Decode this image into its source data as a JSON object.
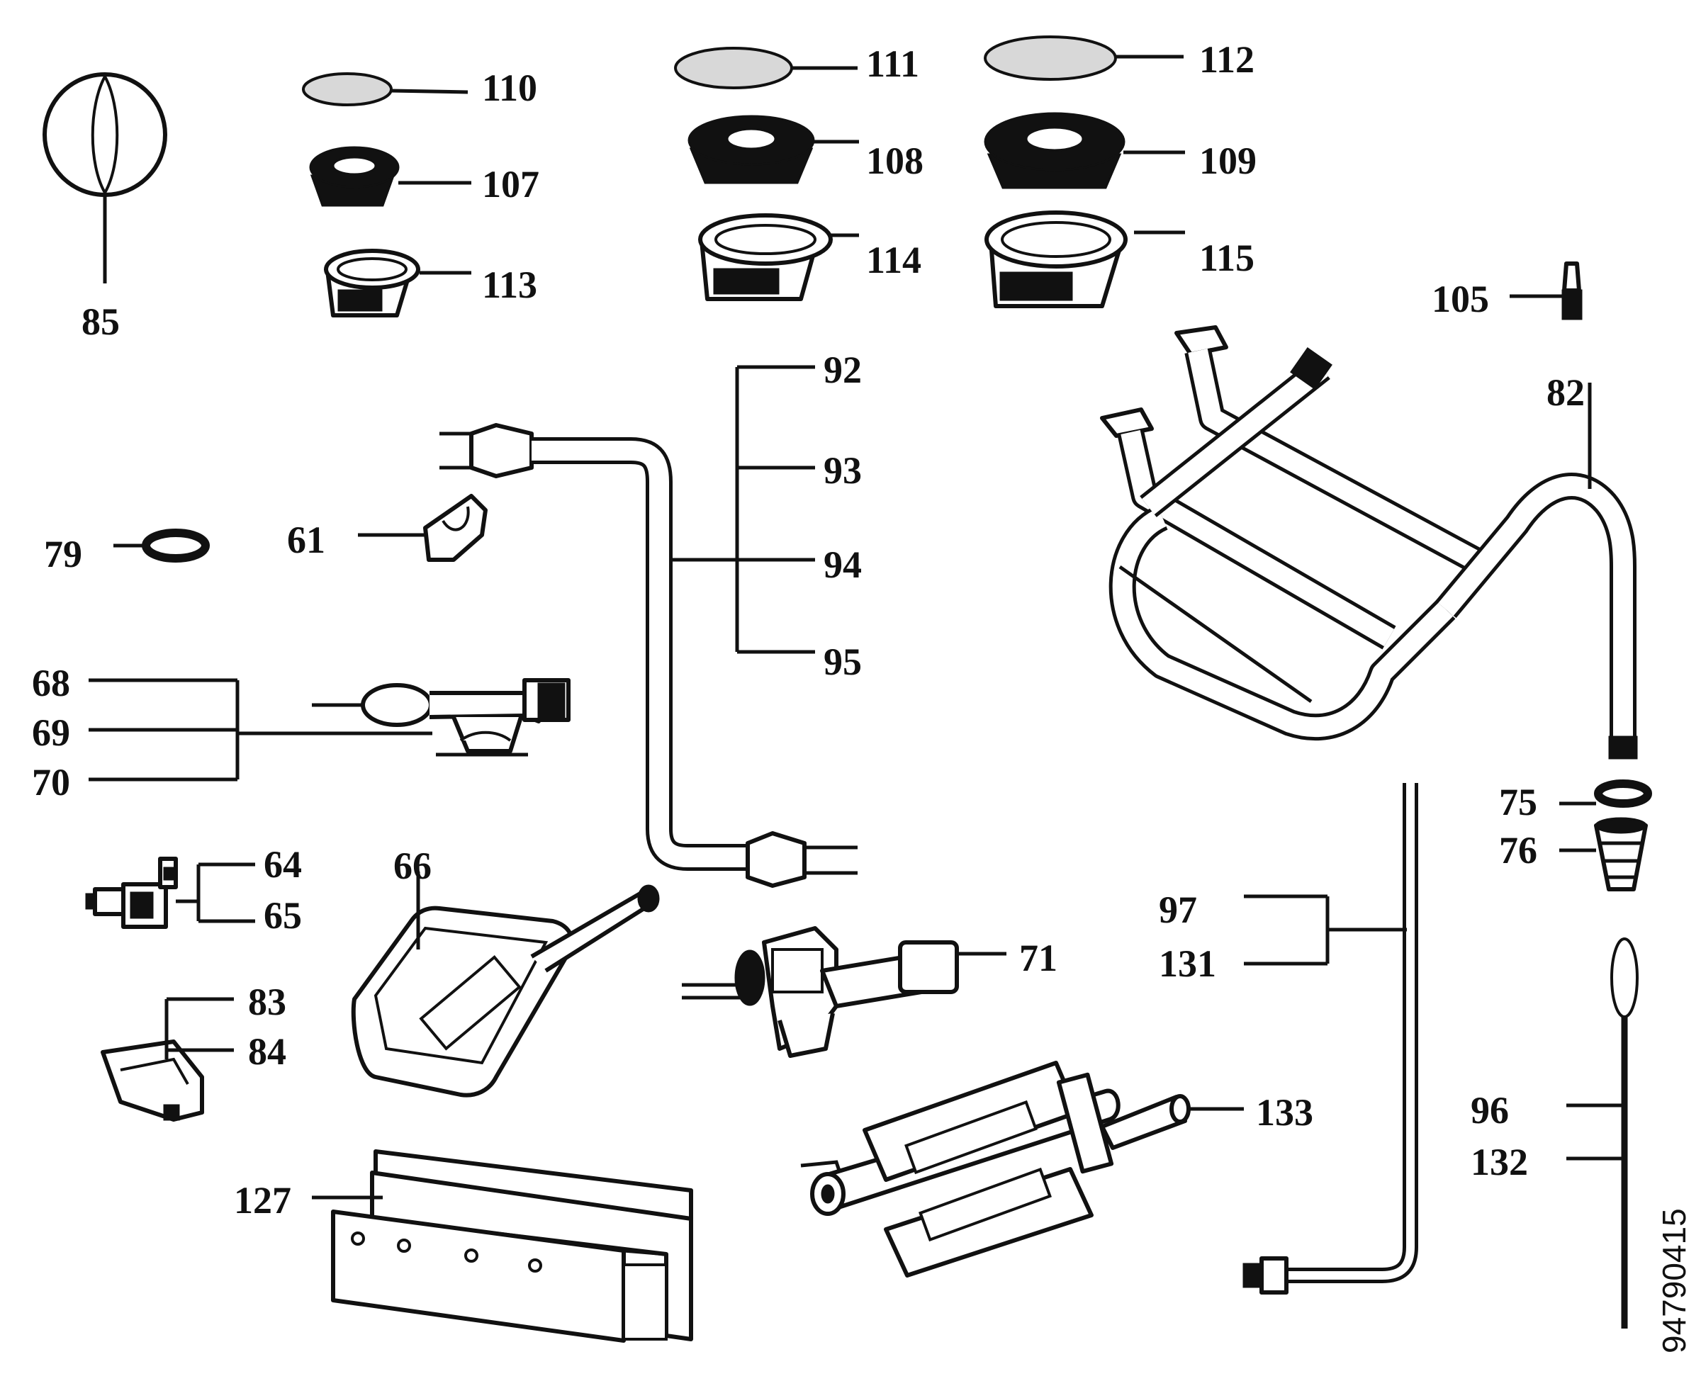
{
  "diagram": {
    "labels": {
      "l85": "85",
      "l110": "110",
      "l107": "107",
      "l113": "113",
      "l111": "111",
      "l108": "108",
      "l114": "114",
      "l112": "112",
      "l109": "109",
      "l115": "115",
      "l105": "105",
      "l82": "82",
      "l92": "92",
      "l93": "93",
      "l94": "94",
      "l95": "95",
      "l79": "79",
      "l61": "61",
      "l68": "68",
      "l69": "69",
      "l70": "70",
      "l64": "64",
      "l65": "65",
      "l66": "66",
      "l71": "71",
      "l83": "83",
      "l84": "84",
      "l127": "127",
      "l133": "133",
      "l97": "97",
      "l131": "131",
      "l75": "75",
      "l76": "76",
      "l96": "96",
      "l132": "132"
    },
    "drawing_code": "94790415"
  }
}
